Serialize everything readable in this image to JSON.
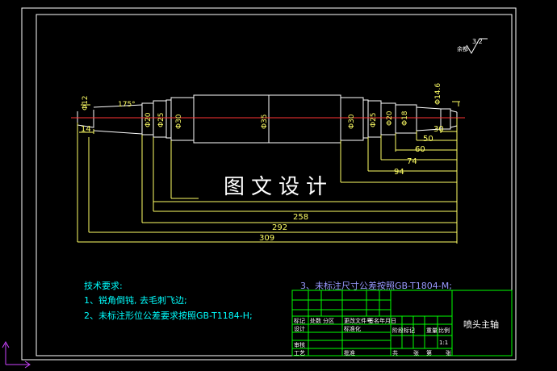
{
  "surface_finish": {
    "label": "余都",
    "value": "3.2"
  },
  "dimensions": {
    "diameters": [
      "Φ12",
      "Φ20",
      "Φ25",
      "Φ30",
      "Φ35",
      "Φ30",
      "Φ25",
      "Φ20",
      "Φ18",
      "Φ14.6"
    ],
    "taper": "175°",
    "lengths": [
      "14",
      "30",
      "50",
      "60",
      "74",
      "94",
      "258",
      "292",
      "309"
    ]
  },
  "notes": {
    "title": "技术要求:",
    "lines": [
      "1、锐角倒钝, 去毛刺飞边;",
      "2、未标注形位公差要求按照GB-T1184-H;",
      "3、未标注尺寸公差按照GB-T1804-M;"
    ]
  },
  "title_block": {
    "part_name": "喷头主轴",
    "scale": "1:1",
    "labels": {
      "marks": "标记",
      "count": "处数",
      "zone": "分区",
      "change_doc": "更改文件号",
      "signature": "签名",
      "date": "年月日",
      "design": "设计",
      "standardize": "标准化",
      "stage_mark": "阶段标记",
      "weight": "重量",
      "ratio": "比例",
      "review": "审核",
      "process": "工艺",
      "approve": "批准",
      "sheets_total": "共",
      "sheet": "张",
      "sheet_no": "第",
      "sheet_of": "张"
    }
  },
  "watermark": "图文设计",
  "colors": {
    "background": "#000000",
    "frame": "#ffffff",
    "dimension": "#ffff66",
    "centerline": "#ff3333",
    "table": "#00ff00",
    "notes": "#00ffff",
    "ucs": "#cc44ff"
  }
}
